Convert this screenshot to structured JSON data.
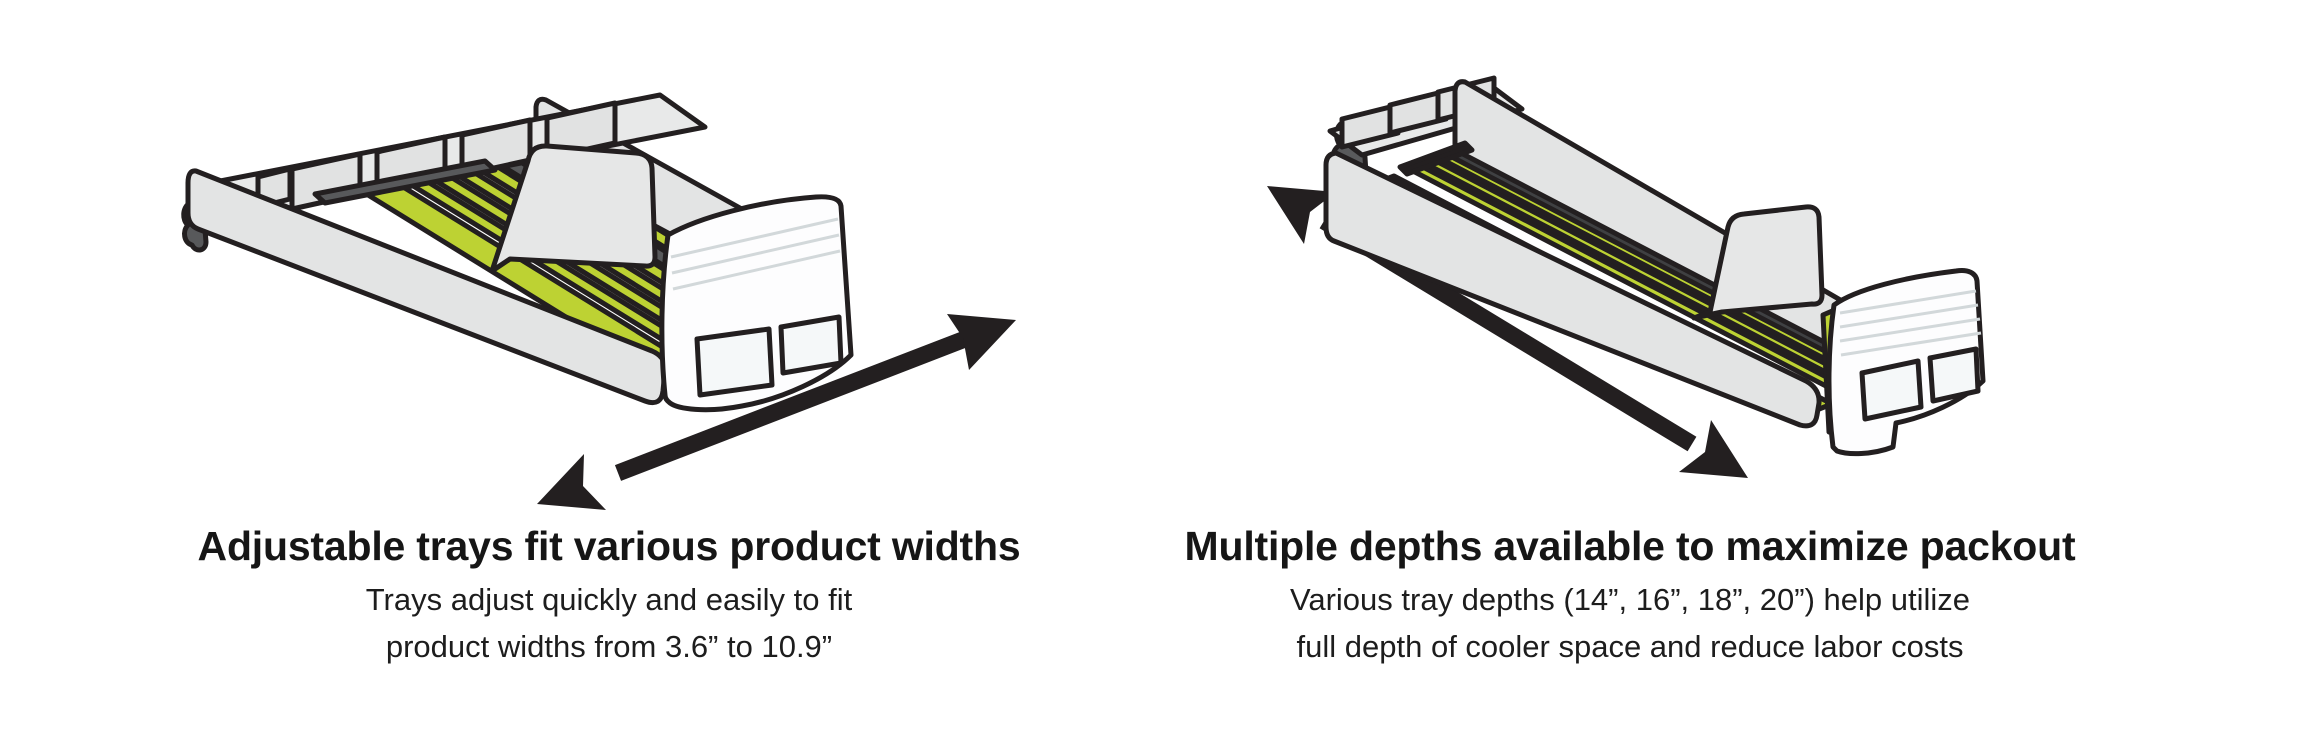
{
  "page": {
    "background": "#ffffff",
    "description": "Two product feature illustrations of retail cooler glide trays with captions"
  },
  "colors": {
    "accent_green": "#bdd233",
    "dark_gray": "#58595b",
    "panel_gray": "#e3e4e4",
    "outline": "#231f20",
    "text": "#1d1d1d"
  },
  "features": [
    {
      "id": "adjustable-width",
      "illustration": "tray-with-width-adjust-arrow",
      "icon": "double-headed-arrow-icon",
      "title": "Adjustable trays fit various product widths",
      "subtitle_line1": "Trays adjust quickly and easily to fit",
      "subtitle_line2": "product widths from 3.6” to 10.9”"
    },
    {
      "id": "multiple-depths",
      "illustration": "tray-with-depth-arrow",
      "icon": "double-headed-arrow-icon",
      "title": "Multiple depths available to maximize packout",
      "subtitle_line1": "Various tray depths (14”, 16”, 18”, 20”) help utilize",
      "subtitle_line2": "full depth of cooler space and reduce labor costs"
    }
  ]
}
